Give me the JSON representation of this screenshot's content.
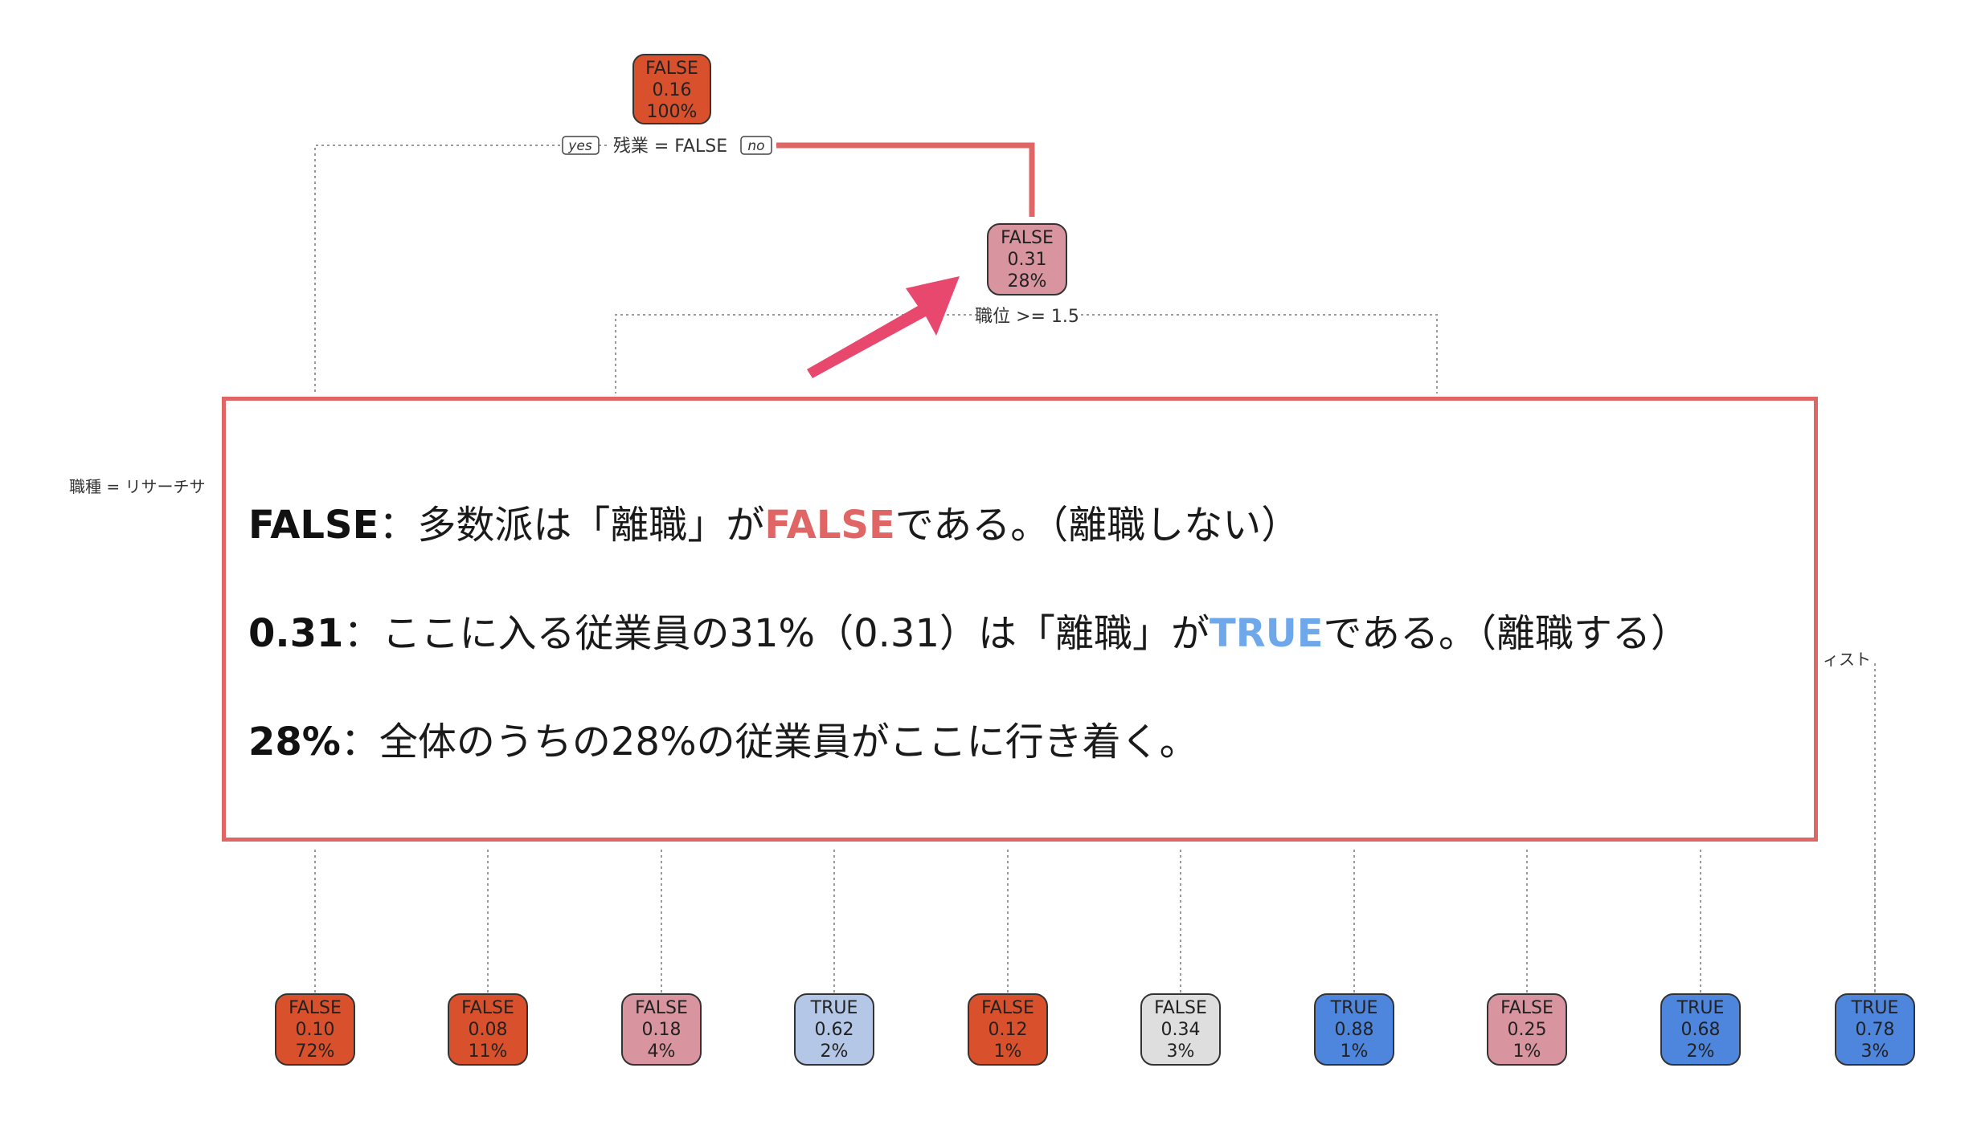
{
  "tree": {
    "root": {
      "cls": "FALSE",
      "prob": "0.16",
      "pct": "100%",
      "fill": "#d9512c"
    },
    "split_yes_tag": "yes",
    "split_no_tag": "no",
    "root_split": "残業 = FALSE",
    "node2": {
      "cls": "FALSE",
      "prob": "0.31",
      "pct": "28%",
      "fill": "#d9959f"
    },
    "node2_split": "職位 >= 1.5",
    "left_partial_label": "職種 = リサーチサ",
    "right_partial_label": "ィスト",
    "leaves": [
      {
        "cls": "FALSE",
        "prob": "0.10",
        "pct": "72%",
        "fill": "#d9512c"
      },
      {
        "cls": "FALSE",
        "prob": "0.08",
        "pct": "11%",
        "fill": "#d9512c"
      },
      {
        "cls": "FALSE",
        "prob": "0.18",
        "pct": "4%",
        "fill": "#d9959f"
      },
      {
        "cls": "TRUE",
        "prob": "0.62",
        "pct": "2%",
        "fill": "#b4c7e7"
      },
      {
        "cls": "FALSE",
        "prob": "0.12",
        "pct": "1%",
        "fill": "#d9512c"
      },
      {
        "cls": "FALSE",
        "prob": "0.34",
        "pct": "3%",
        "fill": "#dedede"
      },
      {
        "cls": "TRUE",
        "prob": "0.88",
        "pct": "1%",
        "fill": "#4f86dd"
      },
      {
        "cls": "FALSE",
        "prob": "0.25",
        "pct": "1%",
        "fill": "#d9959f"
      },
      {
        "cls": "TRUE",
        "prob": "0.68",
        "pct": "2%",
        "fill": "#4f86dd"
      },
      {
        "cls": "TRUE",
        "prob": "0.78",
        "pct": "3%",
        "fill": "#4f86dd"
      }
    ]
  },
  "colors": {
    "highlight": "#e06666",
    "arrow": "#e8476e",
    "true_text": "#6fa8ea",
    "false_text": "#e06666"
  },
  "callout": {
    "line1": {
      "term": "FALSE",
      "pre": "：多数派は「離職」が",
      "highlight": "FALSE",
      "post": "である。（離職しない）"
    },
    "line2": {
      "term": "0.31",
      "pre": "：ここに入る従業員の31%（0.31）は「離職」が",
      "highlight": "TRUE",
      "post": "である。（離職する）"
    },
    "line3": {
      "term": "28%",
      "text": "：全体のうちの28%の従業員がここに行き着く。"
    }
  }
}
